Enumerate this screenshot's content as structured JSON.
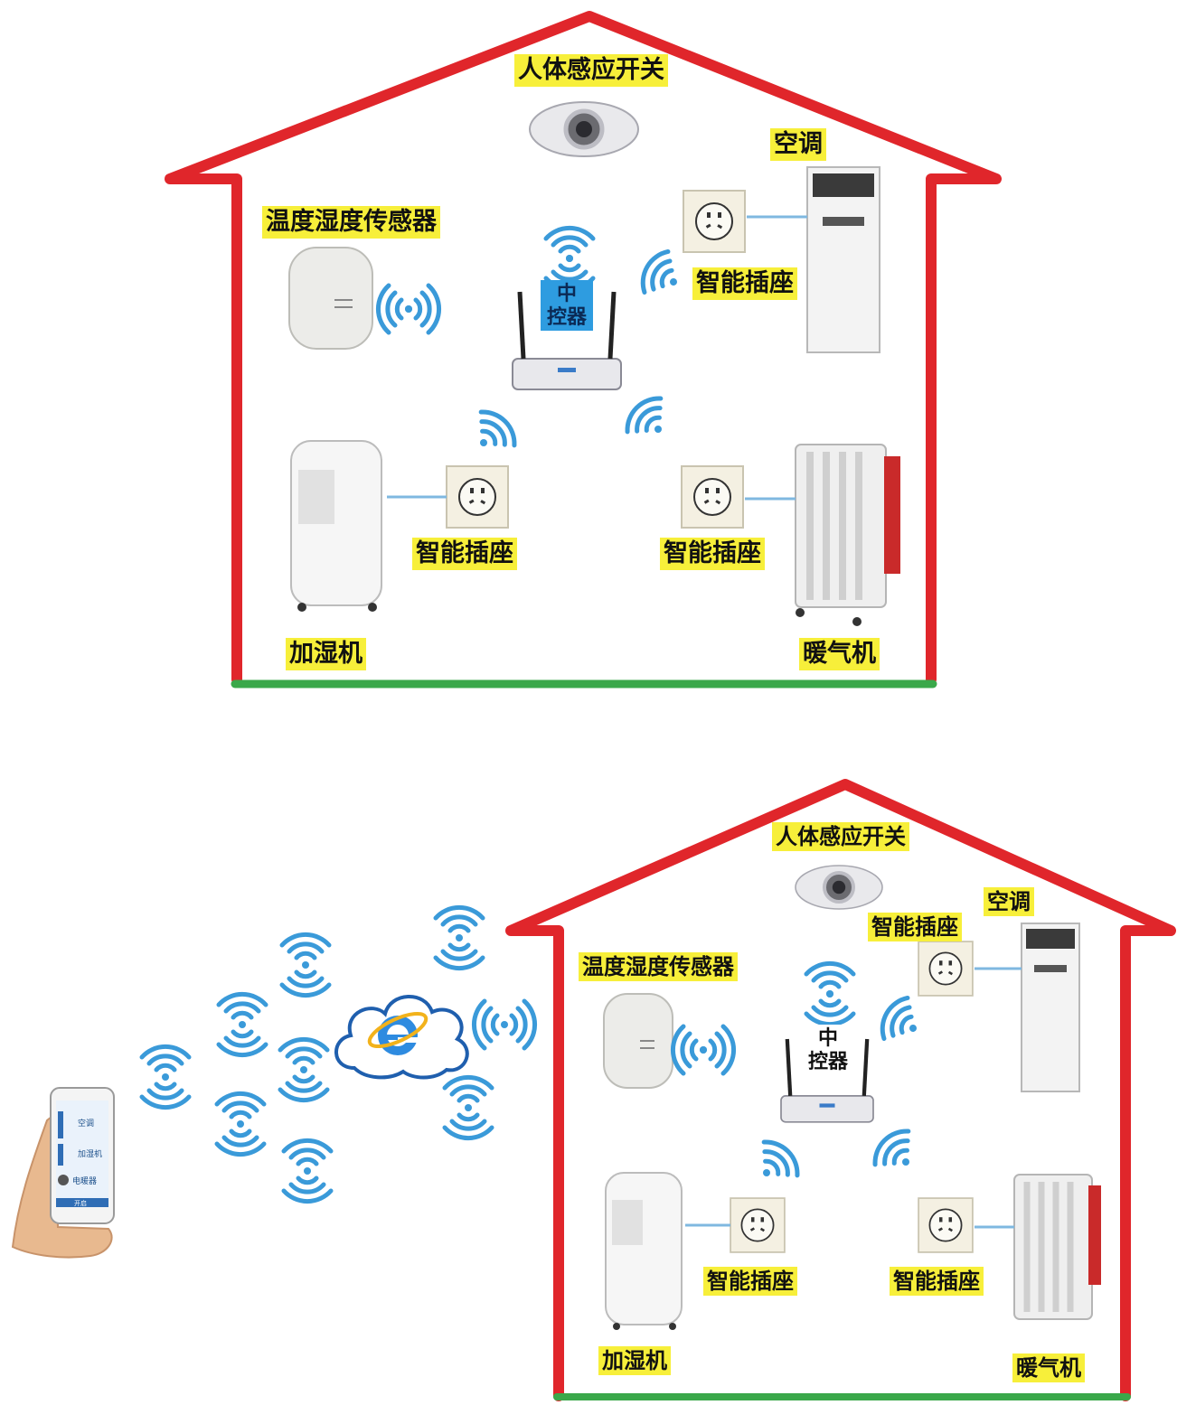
{
  "colors": {
    "house_outline": "#e0262b",
    "floor": "#3aa84a",
    "label_bg": "#f7ef3a",
    "hub_bg": "#2e9ce0",
    "wifi_signal": "#3a9ad9",
    "connector_line": "#7fb8e0"
  },
  "house_local": {
    "motion_switch_label": "人体感应开关",
    "aircon_label": "空调",
    "sensor_label": "温度湿度传感器",
    "hub_label_line1": "中",
    "hub_label_line2": "控器",
    "socket_aircon_label": "智能插座",
    "socket_humidifier_label": "智能插座",
    "socket_heater_label": "智能插座",
    "humidifier_label": "加湿机",
    "heater_label": "暖气机"
  },
  "house_remote": {
    "motion_switch_label": "人体感应开关",
    "aircon_label": "空调",
    "socket_aircon_label": "智能插座",
    "sensor_label": "温度湿度传感器",
    "hub_label_line1": "中",
    "hub_label_line2": "控器",
    "socket_humidifier_label": "智能插座",
    "socket_heater_label": "智能插座",
    "humidifier_label": "加湿机",
    "heater_label": "暖气机"
  },
  "phone": {
    "items": [
      "空调",
      "加湿机",
      "电暖器"
    ],
    "footer": "开启"
  },
  "icons": {
    "cloud": "cloud-icon",
    "browser": "internet-explorer-icon",
    "wifi": "wifi-signal-icon"
  }
}
